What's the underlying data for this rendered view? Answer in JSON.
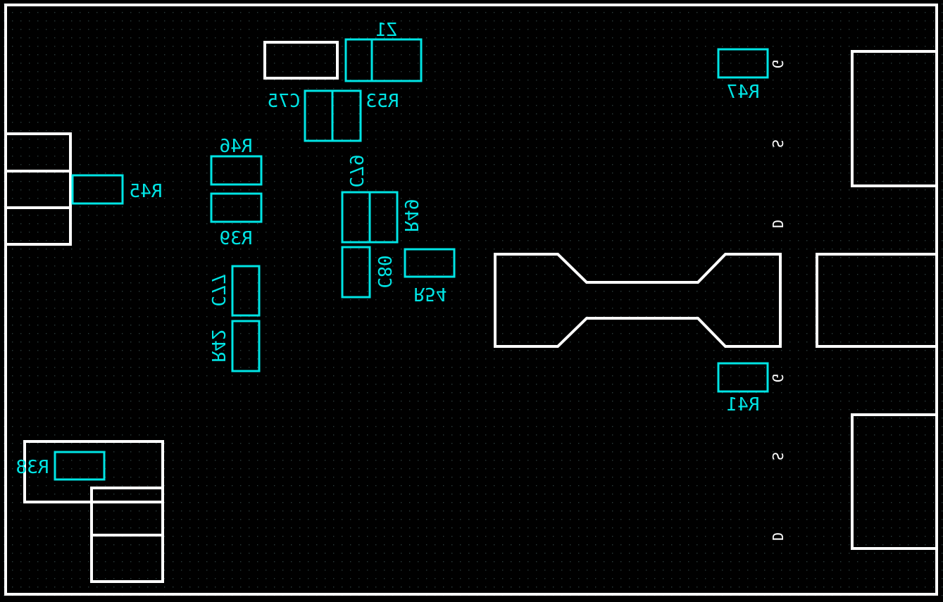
{
  "colors": {
    "background": "#000000",
    "grid_dot": "#2a3a3a",
    "outline": "#ffffff",
    "component": "#00e5e5",
    "pin_label": "#ffffff"
  },
  "view": {
    "mirrored": true
  },
  "refdes": {
    "z1": "Z1",
    "r53": "R53",
    "c75": "C75",
    "r46": "R46",
    "r45": "R45",
    "c79": "C79",
    "r49": "R49",
    "r39": "R39",
    "c80": "C80",
    "r54": "R54",
    "c77": "C77",
    "r42": "R42",
    "r38": "R38",
    "r47": "R47",
    "r41": "R41"
  },
  "pins": {
    "upper": {
      "g": "G",
      "s": "S",
      "d": "D"
    },
    "lower": {
      "g": "G",
      "s": "S",
      "d": "D"
    }
  }
}
